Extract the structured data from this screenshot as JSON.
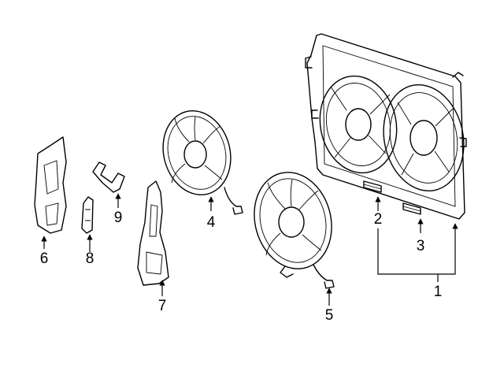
{
  "diagram": {
    "callouts": [
      {
        "id": "c1",
        "label": "1"
      },
      {
        "id": "c2",
        "label": "2"
      },
      {
        "id": "c3",
        "label": "3"
      },
      {
        "id": "c4",
        "label": "4"
      },
      {
        "id": "c5",
        "label": "5"
      },
      {
        "id": "c6",
        "label": "6"
      },
      {
        "id": "c7",
        "label": "7"
      },
      {
        "id": "c8",
        "label": "8"
      },
      {
        "id": "c9",
        "label": "9"
      }
    ],
    "colors": {
      "ink": "#000000",
      "background": "#ffffff"
    }
  }
}
